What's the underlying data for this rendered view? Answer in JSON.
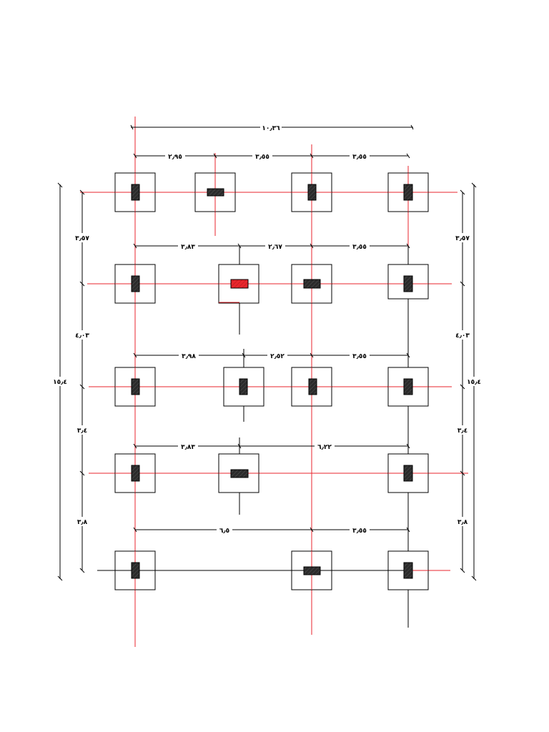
{
  "colors": {
    "background": "#ffffff",
    "line": "#000000",
    "axis_red": "#e8262c",
    "column_fill": "#2b2b2b",
    "column_fill_highlight": "#e8262c"
  },
  "dimensions": {
    "top_total": "١٠٫٣٦",
    "top_row1": [
      "٢٫٩٥",
      "٣٫٥٥",
      "٣٫٥٥"
    ],
    "row2": [
      "٣٫٨٣",
      "٢٫٦٧",
      "٣٫٥٥"
    ],
    "row3": [
      "٣٫٩٨",
      "٢٫٥٢",
      "٣٫٥٥"
    ],
    "row4": [
      "٣٫٨٣",
      "٦٫٢٢"
    ],
    "row5": [
      "٦٫٥",
      "٣٫٥٥"
    ],
    "left_side": [
      "٣٫٥٧",
      "٤٫٠٣",
      "٣٫٤",
      "٣٫٨"
    ],
    "left_total": "١٥٫٤",
    "right_side": [
      "٣٫٥٧",
      "٤٫٠٣",
      "٣٫٤",
      "٣٫٨"
    ],
    "right_total": "١٥٫٤"
  }
}
